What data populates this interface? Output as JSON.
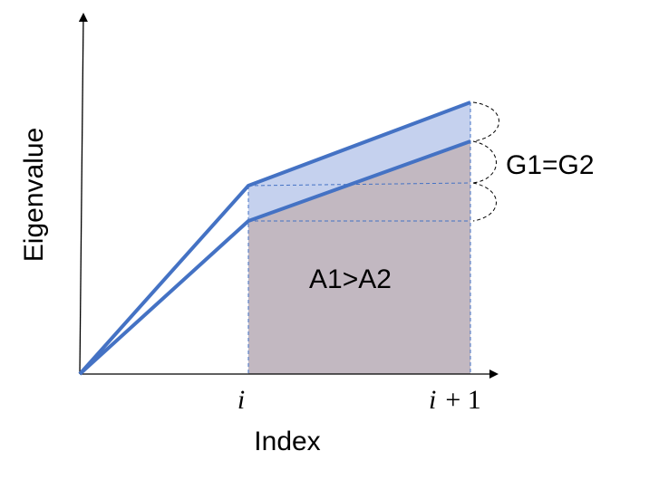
{
  "diagram": {
    "y_axis_label": "Eigenvalue",
    "x_axis_label": "Index",
    "tick_i": "i",
    "tick_i_plus_1_var": "i",
    "tick_i_plus_1_op": "+ 1",
    "area_label": "A1>A2",
    "gap_label": "G1=G2",
    "colors": {
      "line": "#4472c4",
      "upper_band_fill": "#c5d1ee",
      "area_fill": "#c2b8c1",
      "axis": "#000000"
    }
  }
}
